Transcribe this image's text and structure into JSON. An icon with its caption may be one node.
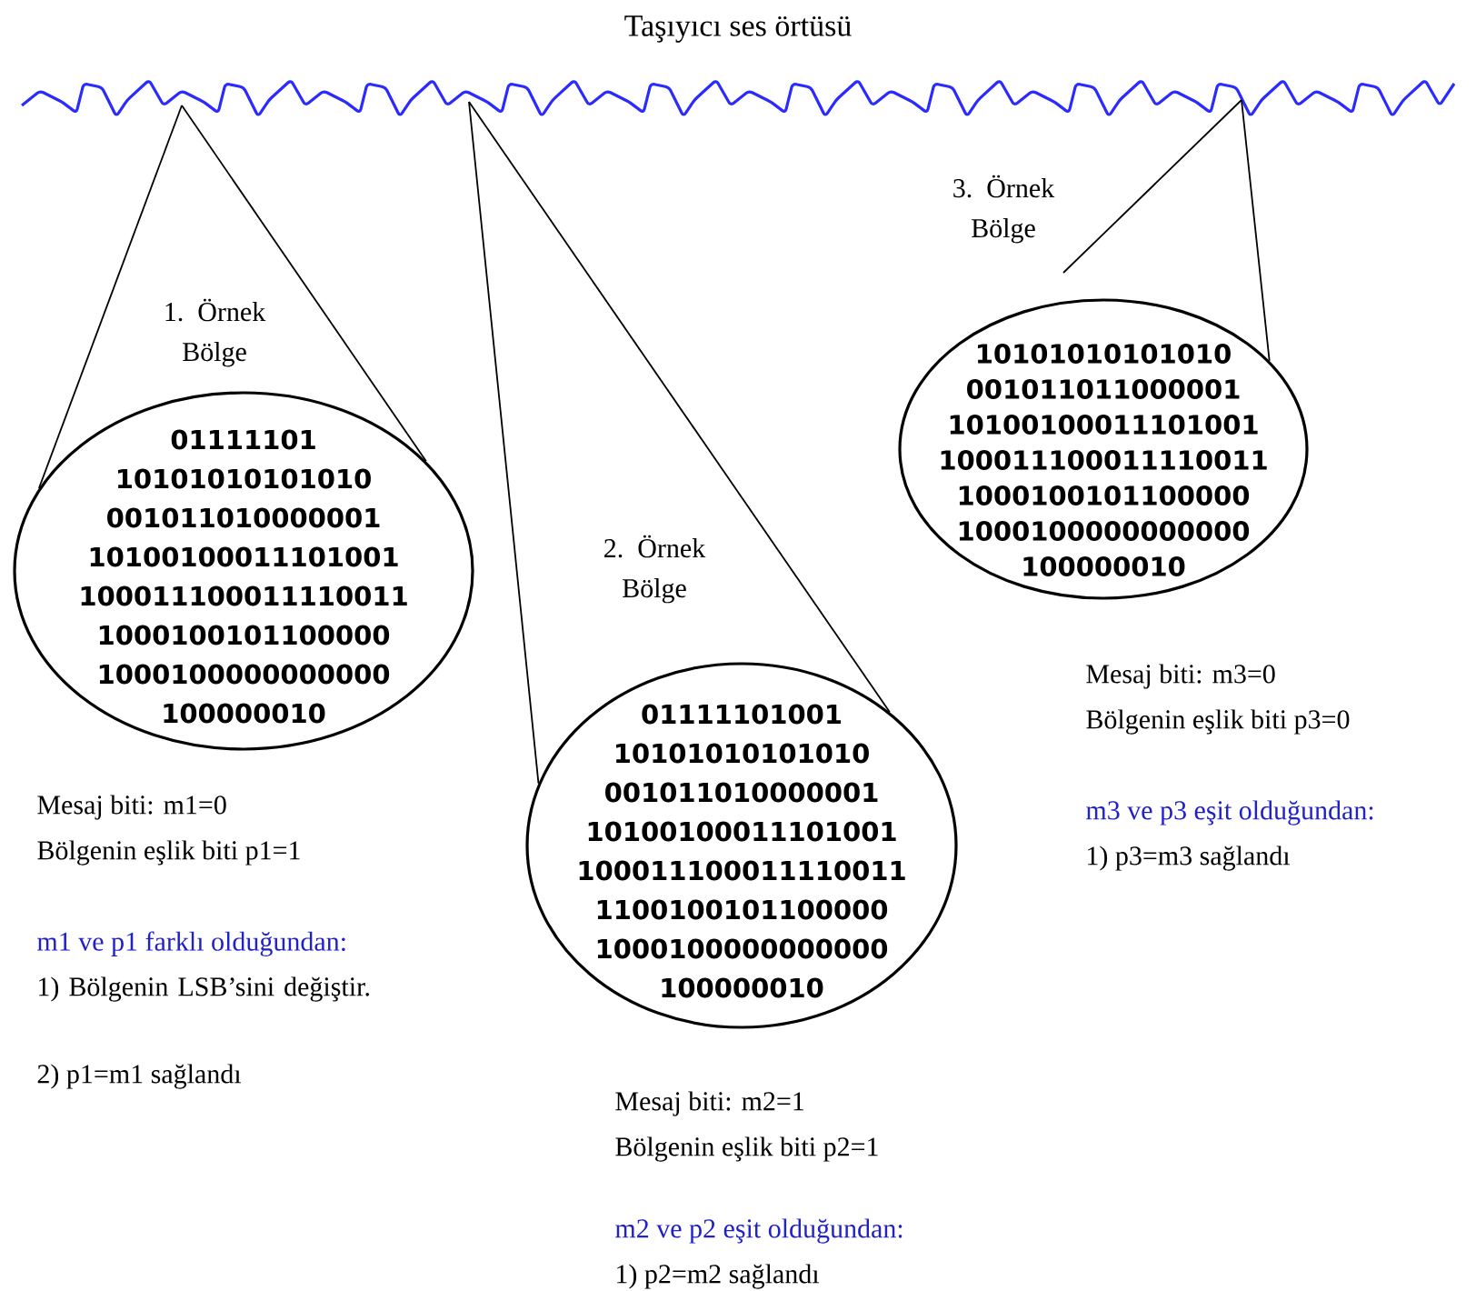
{
  "diagram": {
    "nodes": [
      {
        "text": [
          "Taşıyıcı ses örtüsü"
        ]
      },
      {
        "text": [
          "1. Örnek Bölge",
          "01111101",
          "10101010101010",
          "001011010000001",
          "10100100011101001",
          "100011100011110011",
          "1000100101100000",
          "1000100000000000",
          "100000010"
        ]
      },
      {
        "text": [
          "2. Örnek Bölge",
          "01111101001",
          "10101010101010",
          "001011010000001",
          "10100100011101001",
          "100011100011110011",
          "1100100101100000",
          "1000100000000000",
          "100000010"
        ]
      },
      {
        "text": [
          "3. Örnek Bölge",
          "10101010101010",
          "001011011000001",
          "10100100011101001",
          "100011100011110011",
          "1000100101100000",
          "1000100000000000",
          "100000010"
        ]
      }
    ],
    "edges": [
      {
        "from": 0,
        "to": 1,
        "arrow": "none"
      },
      {
        "from": 0,
        "to": 1,
        "arrow": "none"
      },
      {
        "from": 0,
        "to": 2,
        "arrow": "none"
      },
      {
        "from": 0,
        "to": 2,
        "arrow": "none"
      },
      {
        "from": 0,
        "to": 3,
        "arrow": "none"
      },
      {
        "from": 0,
        "to": 3,
        "arrow": "none"
      }
    ],
    "labels": [
      "Mesaj biti: m3=0",
      "Bölgenin eşlik biti p3=0",
      "m3 ve p3 eşit olduğundan:",
      "1) p3=m3 sağlandı",
      "Mesaj biti: m1=0",
      "Bölgenin eşlik biti p1=1",
      "m1 ve p1 farklı olduğundan:",
      "1) Bölgenin LSB’sini değiştir.",
      "2) p1=m1 sağlandı",
      "Mesaj biti: m2=1",
      "Bölgenin eşlik biti p2=1",
      "m2 ve p2 eşit olduğundan:",
      "1) p2=m2 sağlandı"
    ]
  }
}
